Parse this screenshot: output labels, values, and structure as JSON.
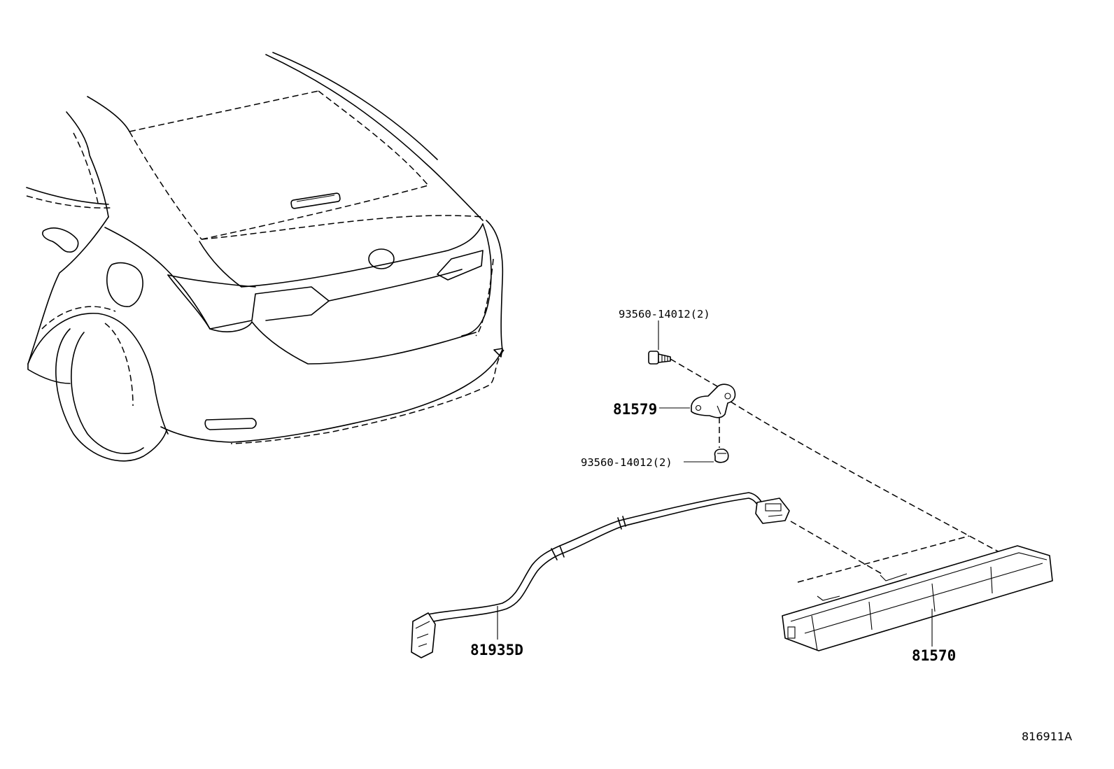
{
  "diagram": {
    "reference_code": "816911A",
    "callouts": {
      "bolt_upper": "93560-14012(2)",
      "bracket": "81579",
      "bolt_lower": "93560-14012(2)",
      "wire_harness": "81935D",
      "stop_lamp": "81570"
    }
  }
}
